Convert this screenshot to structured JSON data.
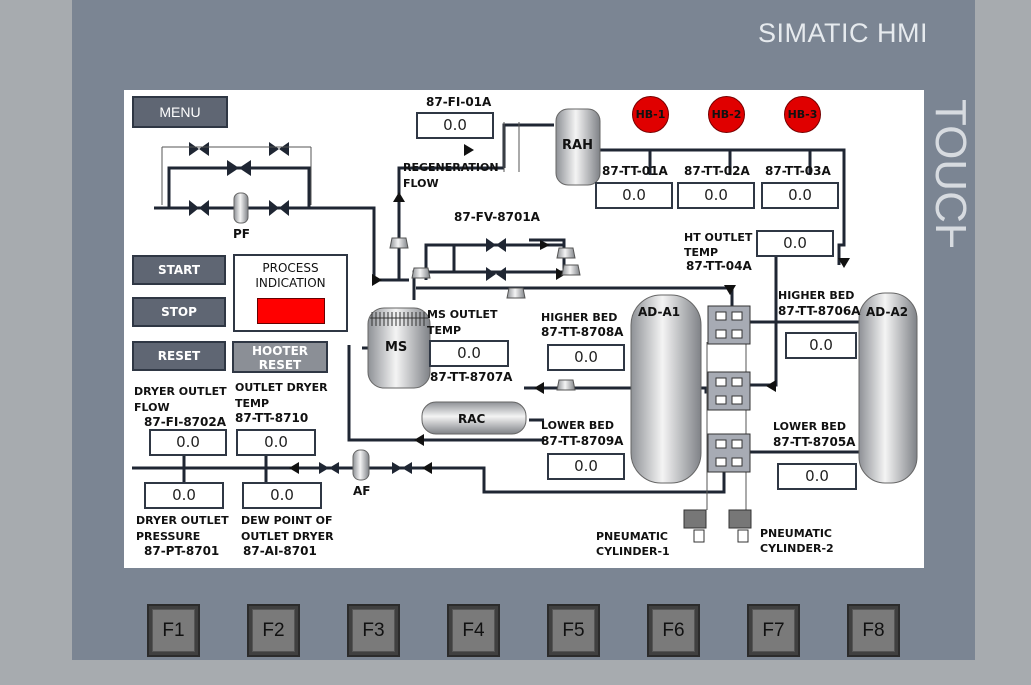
{
  "device": {
    "brand": "SIMATIC HMI",
    "side_label": "TOUCH"
  },
  "menu": {
    "label": "MENU"
  },
  "controls": {
    "start": "START",
    "stop": "STOP",
    "reset": "RESET",
    "hooter_reset_1": "HOOTER",
    "hooter_reset_2": "RESET"
  },
  "process_indication": {
    "title_1": "PROCESS",
    "title_2": "INDICATION",
    "lamp_color": "#ff0000"
  },
  "hooters": [
    {
      "label": "HB-1"
    },
    {
      "label": "HB-2"
    },
    {
      "label": "HB-3"
    }
  ],
  "equipment": {
    "pf": "PF",
    "ms": "MS",
    "rah": "RAH",
    "rac": "RAC",
    "af": "AF",
    "ad_a1": "AD-A1",
    "ad_a2": "AD-A2"
  },
  "tags": {
    "fi_01a": {
      "tag": "87-FI-01A",
      "value": "0.0"
    },
    "tt_01a": {
      "tag": "87-TT-01A",
      "value": "0.0"
    },
    "tt_02a": {
      "tag": "87-TT-02A",
      "value": "0.0"
    },
    "tt_03a": {
      "tag": "87-TT-03A",
      "value": "0.0"
    },
    "tt_04a": {
      "label_1": "HT OUTLET",
      "label_2": "TEMP",
      "tag": "87-TT-04A",
      "value": "0.0"
    },
    "fv_8701a": {
      "tag": "87-FV-8701A"
    },
    "regen": {
      "label_1": "REGENERATION",
      "label_2": "FLOW"
    },
    "ms_outlet": {
      "label_1": "MS OUTLET",
      "label_2": "TEMP",
      "tag": "87-TT-8707A",
      "value": "0.0"
    },
    "tt_8708a": {
      "label": "HIGHER BED",
      "tag": "87-TT-8708A",
      "value": "0.0"
    },
    "tt_8709a": {
      "label": "LOWER BED",
      "tag": "87-TT-8709A",
      "value": "0.0"
    },
    "tt_8706a": {
      "label": "HIGHER BED",
      "tag": "87-TT-8706A",
      "value": "0.0"
    },
    "tt_8705a": {
      "label": "LOWER BED",
      "tag": "87-TT-8705A",
      "value": "0.0"
    },
    "fi_8702a": {
      "label_1": "DRYER OUTLET",
      "label_2": "FLOW",
      "tag": "87-FI-8702A",
      "value": "0.0"
    },
    "tt_8710": {
      "label_1": "OUTLET DRYER",
      "label_2": "TEMP",
      "tag": "87-TT-8710",
      "value": "0.0"
    },
    "pt_8701": {
      "label_1": "DRYER OUTLET",
      "label_2": "PRESSURE",
      "tag": "87-PT-8701",
      "value": "0.0"
    },
    "ai_8701": {
      "label_1": "DEW POINT OF",
      "label_2": "OUTLET DRYER",
      "tag": "87-AI-8701",
      "value": "0.0"
    },
    "cyl_1": {
      "label_1": "PNEUMATIC",
      "label_2": "CYLINDER-1"
    },
    "cyl_2": {
      "label_1": "PNEUMATIC",
      "label_2": "CYLINDER-2"
    }
  },
  "function_keys": [
    "F1",
    "F2",
    "F3",
    "F4",
    "F5",
    "F6",
    "F7",
    "F8"
  ]
}
